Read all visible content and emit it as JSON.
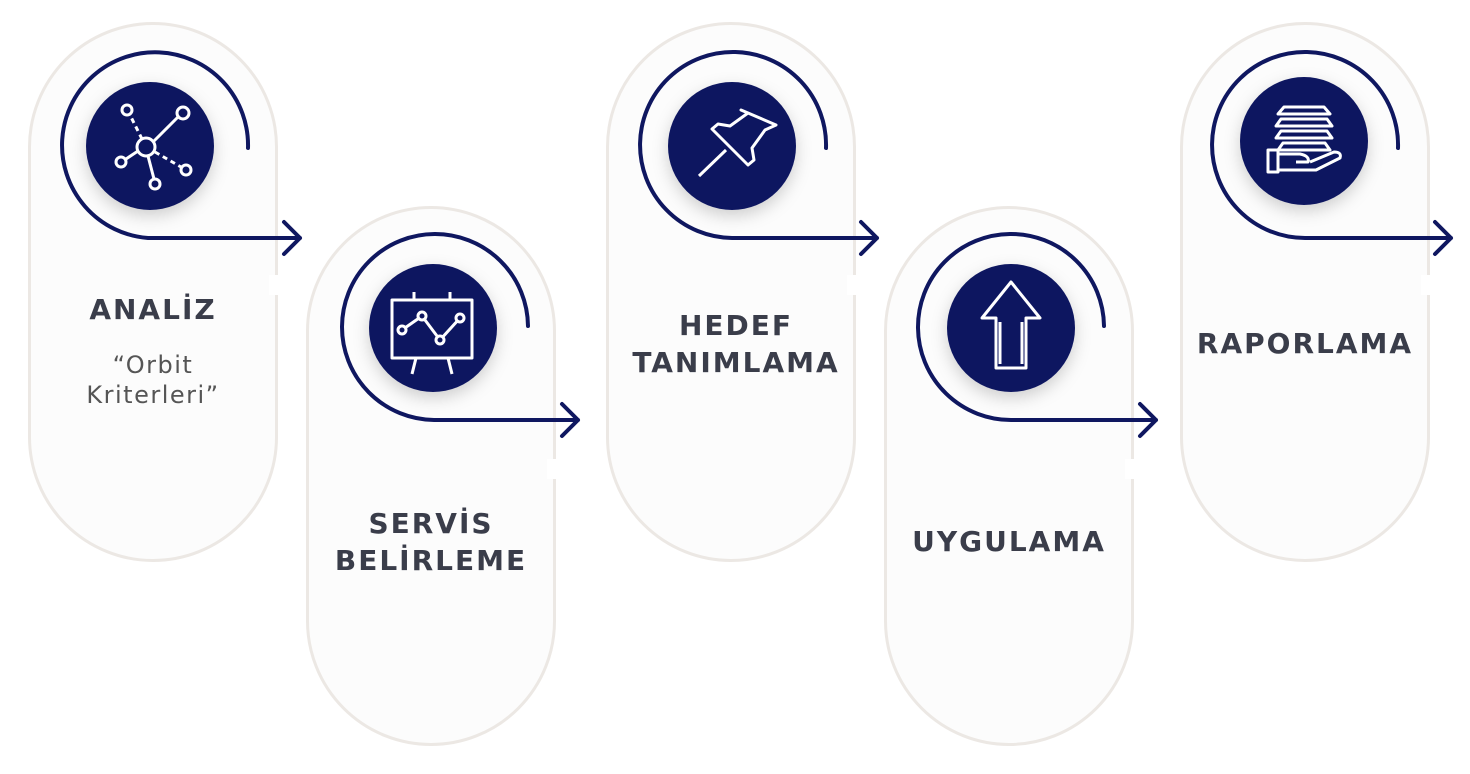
{
  "colors": {
    "navy": "#0f1760",
    "pill_border": "#ece8e4",
    "text": "#3a3d4a"
  },
  "steps": [
    {
      "title": "ANALİZ",
      "subtitle_line1": "“Orbit",
      "subtitle_line2": "Kriterleri”",
      "icon": "network-icon"
    },
    {
      "title_line1": "SERVİS",
      "title_line2": "BELİRLEME",
      "icon": "presentation-chart-icon"
    },
    {
      "title_line1": "HEDEF",
      "title_line2": "TANIMLAMA",
      "icon": "pushpin-icon"
    },
    {
      "title": "UYGULAMA",
      "icon": "up-arrow-icon"
    },
    {
      "title": "RAPORLAMA",
      "icon": "hand-documents-icon"
    }
  ]
}
